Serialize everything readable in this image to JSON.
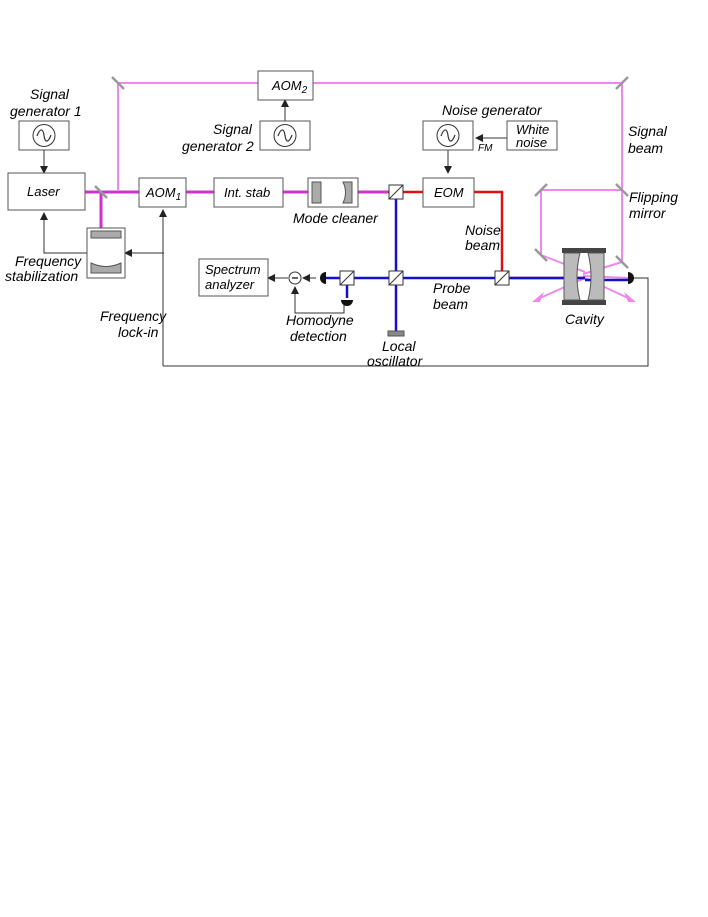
{
  "labels": {
    "signal_gen_1": [
      "Signal",
      "generator 1"
    ],
    "signal_gen_2": [
      "Signal",
      "generator 2"
    ],
    "aom2": "AOM",
    "aom2_sub": "2",
    "aom1": "AOM",
    "aom1_sub": "1",
    "laser": "Laser",
    "int_stab": "Int. stab",
    "mode_cleaner": "Mode cleaner",
    "noise_generator": "Noise generator",
    "white_noise": [
      "White",
      "noise"
    ],
    "fm": "FM",
    "eom": "EOM",
    "signal_beam": [
      "Signal",
      "beam"
    ],
    "flipping_mirror": [
      "Flipping",
      "mirror"
    ],
    "noise_beam": [
      "Noise",
      "beam"
    ],
    "frequency_stabilization": [
      "Frequency",
      "stabilization"
    ],
    "spectrum_analyzer": [
      "Spectrum",
      "analyzer"
    ],
    "probe_beam": [
      "Probe",
      "beam"
    ],
    "cavity": "Cavity",
    "frequency_lock_in": [
      "Frequency",
      "lock-in"
    ],
    "homodyne_detection": [
      "Homodyne",
      "detection"
    ],
    "local_oscillator": [
      "Local",
      "oscillator"
    ]
  },
  "colors": {
    "main_beam": "#cc33cc",
    "signal_beam": "#ee88ee",
    "noise_beam": "#dd1111",
    "probe_beam": "#1111cc",
    "wire": "#333333",
    "optic_gray": "#999999"
  }
}
